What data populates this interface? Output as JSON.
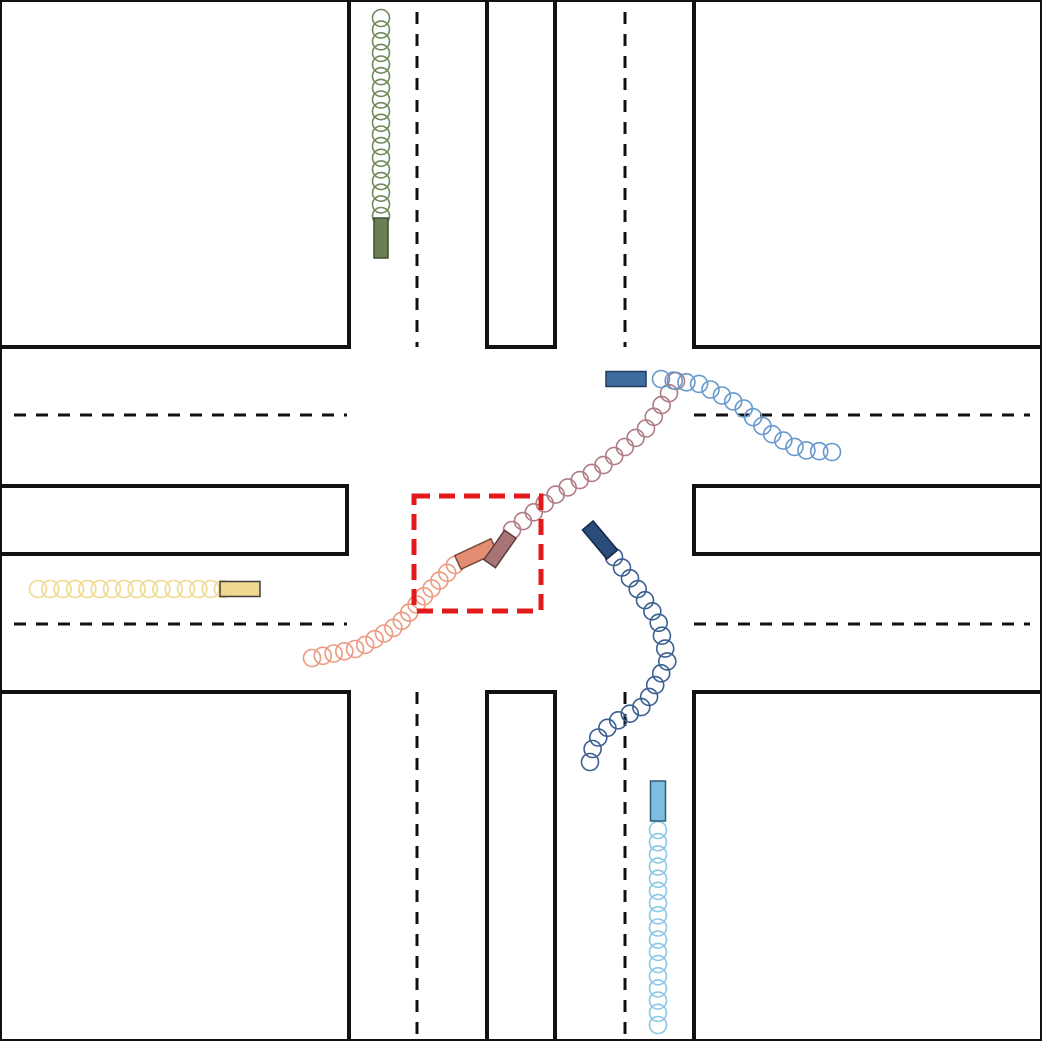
{
  "colors": {
    "background": "#ffffff",
    "road_edge": "#111111",
    "lane_divider": "#111111",
    "collision_box": "#e31a1c"
  },
  "vehicles": [
    {
      "id": "green",
      "fill": "#6b7f52",
      "stroke": "#3f4f33",
      "trail": "#6f8a5b"
    },
    {
      "id": "yellow",
      "fill": "#efd890",
      "stroke": "#3f3f3f",
      "trail": "#f0d98f"
    },
    {
      "id": "salmon",
      "fill": "#e38e72",
      "stroke": "#7a4a3a",
      "trail": "#ec9a80"
    },
    {
      "id": "mauve",
      "fill": "#a87476",
      "stroke": "#5e3c3f",
      "trail": "#b07c84"
    },
    {
      "id": "steel-blue",
      "fill": "#3f6d9e",
      "stroke": "#1f3d5e",
      "trail": "#6699cc"
    },
    {
      "id": "navy",
      "fill": "#2b4b7a",
      "stroke": "#15284a",
      "trail": "#3c5f91"
    },
    {
      "id": "light-blue",
      "fill": "#7fbde0",
      "stroke": "#2f5d78",
      "trail": "#8cc7e6"
    }
  ]
}
